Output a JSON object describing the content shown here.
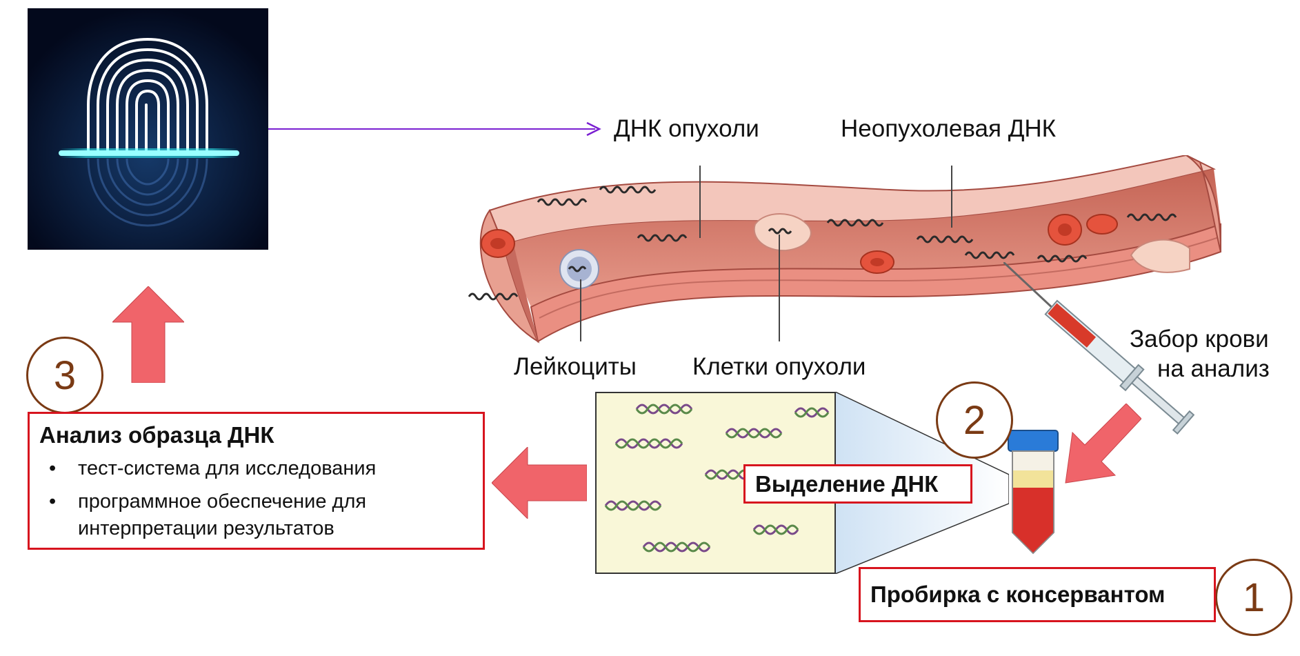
{
  "labels": {
    "tumor_dna": "ДНК опухоли",
    "non_tumor_dna": "Неопухолевая ДНК",
    "leukocytes": "Лейкоциты",
    "tumor_cells": "Клетки опухоли",
    "blood_draw_line1": "Забор крови",
    "blood_draw_line2": "на анализ"
  },
  "steps": [
    {
      "number": "1",
      "title": "Пробирка с консервантом"
    },
    {
      "number": "2",
      "title": "Выделение ДНК"
    },
    {
      "number": "3",
      "title": "Анализ образца ДНК",
      "bullets": [
        "тест-система для исследования",
        "программное обеспечение для интерпретации результатов"
      ]
    }
  ],
  "colors": {
    "box_border": "#d7141e",
    "circle": "#7a3a14",
    "arrow": "#f0646a",
    "vessel": "#e38f80",
    "connector": "#7a1fd1"
  }
}
